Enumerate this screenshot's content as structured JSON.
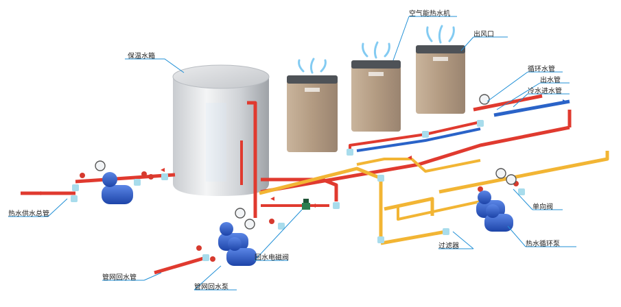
{
  "labels": {
    "tank": "保温水箱",
    "heat_pump": "空气能热水机",
    "air_outlet": "出风口",
    "circulation_pipe": "循环水管",
    "outlet_pipe": "出水管",
    "cold_inlet_pipe": "冷水进水管",
    "hot_supply_main": "热水供水总管",
    "return_solenoid": "回水电磁阀",
    "check_valve": "单向阀",
    "filter": "过滤器",
    "hot_circ_pump": "热水循环泵",
    "network_return_pipe": "管网回水管",
    "network_return_pump": "管网回水泵"
  },
  "colors": {
    "hot_pipe": "#e03a2f",
    "warm_pipe": "#f2b534",
    "cold_pipe": "#2a63c8",
    "fitting": "#a8dcec",
    "pump_body": "#2b5ad0",
    "leader": "#1f8fd6",
    "heat_pump_body": "#b59e86"
  },
  "icons": [
    "airflow-icon",
    "pressure-gauge-icon",
    "valve-handle-icon",
    "flow-arrow-icon"
  ]
}
